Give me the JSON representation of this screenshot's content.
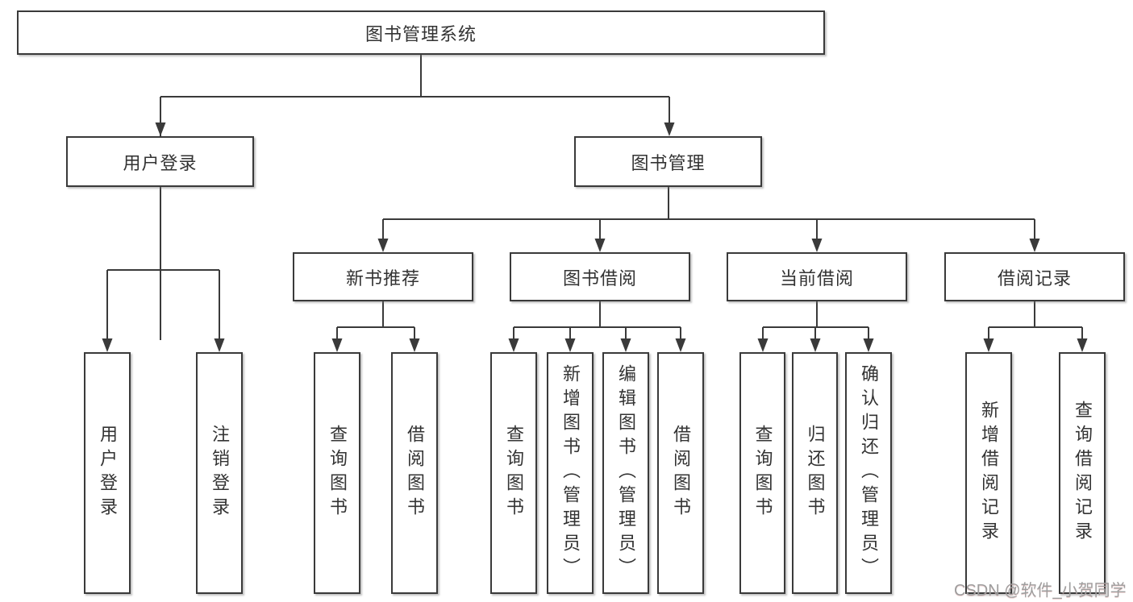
{
  "diagram": {
    "type": "tree",
    "nodes": {
      "root": "图书管理系统",
      "login": "用户登录",
      "book_mgmt": "图书管理",
      "new_book": "新书推荐",
      "borrow": "图书借阅",
      "current": "当前借阅",
      "records": "借阅记录",
      "leaf_login": "用户登录",
      "leaf_logout": "注销登录",
      "leaf_nb_query": "查询图书",
      "leaf_nb_borrow": "借阅图书",
      "leaf_bw_query": "查询图书",
      "leaf_bw_add": "新增图书（管理员）",
      "leaf_bw_edit": "编辑图书（管理员）",
      "leaf_bw_borrow": "借阅图书",
      "leaf_cu_query": "查询图书",
      "leaf_cu_return": "归还图书",
      "leaf_cu_confirm": "确认归还（管理员）",
      "leaf_rc_add": "新增借阅记录",
      "leaf_rc_query": "查询借阅记录"
    },
    "edges": [
      [
        "图书管理系统",
        "用户登录"
      ],
      [
        "图书管理系统",
        "图书管理"
      ],
      [
        "用户登录",
        "用户登录"
      ],
      [
        "用户登录",
        "注销登录"
      ],
      [
        "图书管理",
        "新书推荐"
      ],
      [
        "图书管理",
        "图书借阅"
      ],
      [
        "图书管理",
        "当前借阅"
      ],
      [
        "图书管理",
        "借阅记录"
      ],
      [
        "新书推荐",
        "查询图书"
      ],
      [
        "新书推荐",
        "借阅图书"
      ],
      [
        "图书借阅",
        "查询图书"
      ],
      [
        "图书借阅",
        "新增图书（管理员）"
      ],
      [
        "图书借阅",
        "编辑图书（管理员）"
      ],
      [
        "图书借阅",
        "借阅图书"
      ],
      [
        "当前借阅",
        "查询图书"
      ],
      [
        "当前借阅",
        "归还图书"
      ],
      [
        "当前借阅",
        "确认归还（管理员）"
      ],
      [
        "借阅记录",
        "新增借阅记录"
      ],
      [
        "借阅记录",
        "查询借阅记录"
      ]
    ]
  },
  "watermark": "CSDN @软件_小贺同学",
  "colors": {
    "line": "#3a3a3a",
    "border": "#3a3a3a",
    "text": "#333333",
    "watermark": "#9e9e9e",
    "background": "#ffffff"
  }
}
